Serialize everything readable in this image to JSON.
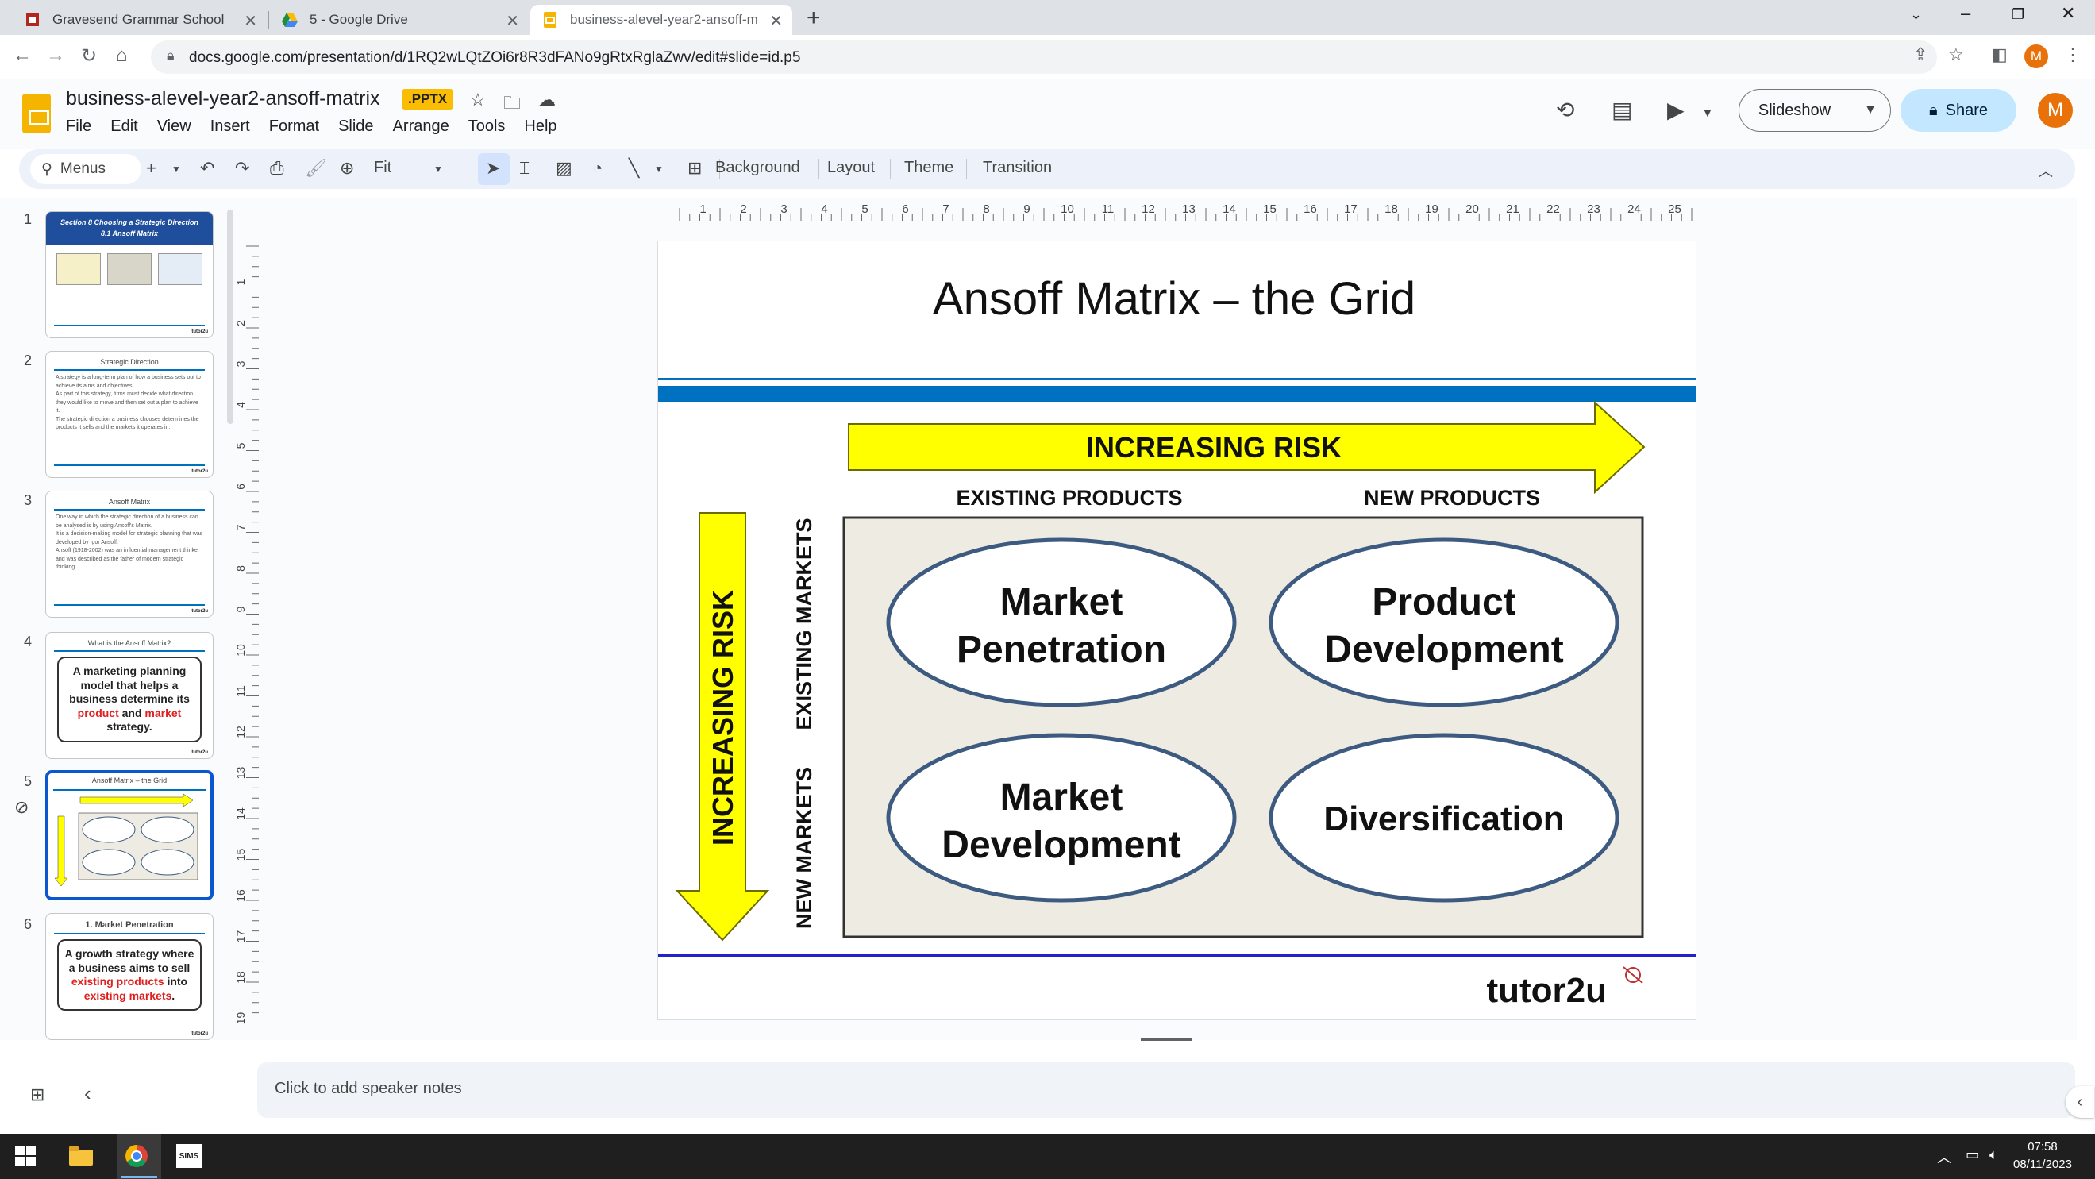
{
  "browser": {
    "tabs": [
      {
        "title": "Gravesend Grammar School",
        "active": false
      },
      {
        "title": "5 - Google Drive",
        "active": false
      },
      {
        "title": "business-alevel-year2-ansoff-m",
        "active": true
      }
    ],
    "url": "docs.google.com/presentation/d/1RQ2wLQtZOi6r8R3dFANo9gRtxRglaZwv/edit#slide=id.p5",
    "profile_initial": "M"
  },
  "app": {
    "doc_title": "business-alevel-year2-ansoff-matrix",
    "file_badge": ".PPTX",
    "menu": [
      "File",
      "Edit",
      "View",
      "Insert",
      "Format",
      "Slide",
      "Arrange",
      "Tools",
      "Help"
    ],
    "slideshow_label": "Slideshow",
    "share_label": "Share",
    "avatar_initial": "M"
  },
  "toolbar": {
    "search_label": "Menus",
    "zoom_label": "Fit",
    "background_label": "Background",
    "layout_label": "Layout",
    "theme_label": "Theme",
    "transition_label": "Transition"
  },
  "filmstrip": [
    {
      "num": "1",
      "title": "Section 8 Choosing a Strategic Direction",
      "subtitle": "8.1 Ansoff Matrix"
    },
    {
      "num": "2",
      "title": "Strategic Direction",
      "body": [
        "A strategy is a long-term plan of how a business sets out to achieve its aims and objectives.",
        "As part of this strategy, firms must decide what direction they would like to move and then set out a plan to achieve it.",
        "The strategic direction a business chooses determines the products it sells and the markets it operates in."
      ]
    },
    {
      "num": "3",
      "title": "Ansoff Matrix",
      "body": [
        "One way in which the strategic direction of a business can be analysed is by using Ansoff's Matrix.",
        "It is a decision-making model for strategic planning that was developed by Igor Ansoff.",
        "Ansoff (1918-2002) was an influential management thinker and was described as the father of modern strategic thinking."
      ]
    },
    {
      "num": "4",
      "title": "What is the Ansoff Matrix?",
      "box_parts": [
        "A marketing planning model that helps a business determine its ",
        "product",
        " and ",
        "market",
        " strategy."
      ]
    },
    {
      "num": "5",
      "title": "Ansoff Matrix – the Grid",
      "selected": true
    },
    {
      "num": "6",
      "title": "1. Market Penetration",
      "box_parts": [
        "A growth strategy where a business aims to sell ",
        "existing products",
        " into ",
        "existing markets",
        "."
      ]
    }
  ],
  "thumb_footer": "tutor2u",
  "slide": {
    "title": "Ansoff Matrix – the Grid",
    "risk_horizontal": "INCREASING RISK",
    "risk_vertical": "INCREASING RISK",
    "col_headers": [
      "EXISTING PRODUCTS",
      "NEW PRODUCTS"
    ],
    "row_headers": [
      "EXISTING MARKETS",
      "NEW MARKETS"
    ],
    "cells": [
      {
        "lines": [
          "Market",
          "Penetration"
        ]
      },
      {
        "lines": [
          "Product",
          "Development"
        ]
      },
      {
        "lines": [
          "Market",
          "Development"
        ]
      },
      {
        "lines": [
          "Diversification"
        ]
      }
    ],
    "brand": "tutor2u",
    "colors": {
      "arrow_fill": "#ffff00",
      "grid_bg": "#eeebe2",
      "header_bar": "#0070c0",
      "footer_line": "#2222cc",
      "ellipse_border": "#3d5a80"
    }
  },
  "ruler_h": [
    "1",
    "2",
    "3",
    "4",
    "5",
    "6",
    "7",
    "8",
    "9",
    "10",
    "11",
    "12",
    "13",
    "14",
    "15",
    "16",
    "17",
    "18",
    "19",
    "20",
    "21",
    "22",
    "23",
    "24",
    "25"
  ],
  "ruler_v": [
    "1",
    "2",
    "3",
    "4",
    "5",
    "6",
    "7",
    "8",
    "9",
    "10",
    "11",
    "12",
    "13",
    "14",
    "15",
    "16",
    "17",
    "18",
    "19"
  ],
  "notes_placeholder": "Click to add speaker notes",
  "taskbar": {
    "time": "07:58",
    "date": "08/11/2023",
    "sims_label": "SIMS"
  }
}
